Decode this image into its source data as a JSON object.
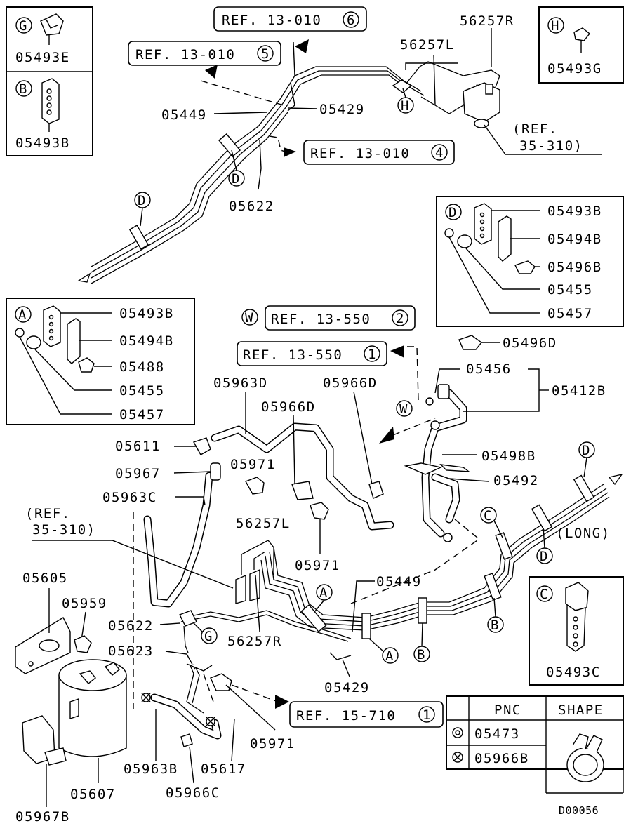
{
  "code": "D00056",
  "refs": {
    "r1": "REF. 13-010",
    "r1_num": "6",
    "r2": "REF. 13-010",
    "r2_num": "5",
    "r3": "REF. 13-010",
    "r3_num": "4",
    "r4": "REF. 13-550",
    "r4_num": "2",
    "r5": "REF. 13-550",
    "r5_num": "1",
    "r6": "REF. 15-710",
    "r6_num": "1",
    "ref35a_1": "(REF.",
    "ref35a_2": "35-310)",
    "ref35b_1": "(REF.",
    "ref35b_2": "35-310)"
  },
  "letters": {
    "A": "A",
    "B": "B",
    "C": "C",
    "D": "D",
    "G": "G",
    "H": "H",
    "W": "W"
  },
  "parts": {
    "p05493E": "05493E",
    "p05493B": "05493B",
    "p05493G": "05493G",
    "p56257R": "56257R",
    "p56257L": "56257L",
    "p05449": "05449",
    "p05429": "05429",
    "p05622": "05622",
    "p05494B": "05494B",
    "p05496B": "05496B",
    "p05455": "05455",
    "p05457": "05457",
    "p05488": "05488",
    "p05496D": "05496D",
    "p05456": "05456",
    "p05412B": "05412B",
    "p05963D": "05963D",
    "p05966D": "05966D",
    "p05611": "05611",
    "p05967": "05967",
    "p05971": "05971",
    "p05963C": "05963C",
    "p05498B": "05498B",
    "p05492": "05492",
    "p05605": "05605",
    "p05959": "05959",
    "p05623": "05623",
    "p05607": "05607",
    "p05967B": "05967B",
    "p05963B": "05963B",
    "p05617": "05617",
    "p05966C": "05966C",
    "p05493C": "05493C",
    "long": "(LONG)"
  },
  "table": {
    "header_pnc": "PNC",
    "header_shape": "SHAPE",
    "row1_pnc": "05473",
    "row2_pnc": "05966B"
  }
}
